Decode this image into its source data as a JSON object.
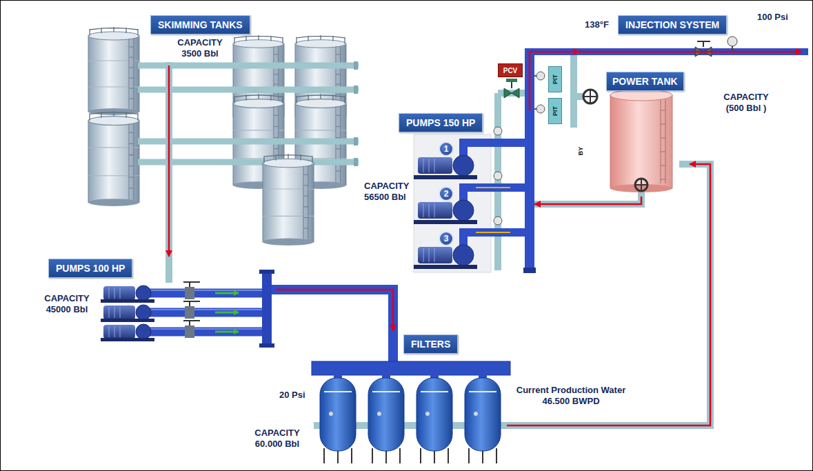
{
  "diagram": {
    "nodes": [
      {
        "text": [
          "SKIMMING TANKS",
          "CAPACITY 3500 Bbl"
        ]
      },
      {
        "text": [
          "138°F",
          "INJECTION SYSTEM",
          "100 Psi"
        ]
      },
      {
        "text": [
          "PCV"
        ]
      },
      {
        "text": [
          "PIT"
        ]
      },
      {
        "text": [
          "PIT"
        ]
      },
      {
        "text": [
          "POWER TANK"
        ]
      },
      {
        "text": [
          "PUMPS 150 HP",
          "CAPACITY 56500 Bbl"
        ]
      },
      {
        "text": [
          "1"
        ],
        "in": 6
      },
      {
        "text": [
          "2"
        ],
        "in": 6
      },
      {
        "text": [
          "3"
        ],
        "in": 6
      },
      {
        "text": [
          "PUMPS 100 HP",
          "CAPACITY 45000 Bbl"
        ]
      },
      {
        "text": [
          "FILTERS",
          "20 Psi",
          "CAPACITY 60.000 Bbl"
        ]
      }
    ],
    "edges": [
      {
        "from": 0,
        "to": 10,
        "arrow": "to"
      },
      {
        "from": 10,
        "to": 11,
        "arrow": "to"
      },
      {
        "from": 11,
        "to": 5,
        "arrow": "to"
      },
      {
        "from": 5,
        "to": 6,
        "arrow": "to"
      },
      {
        "from": 6,
        "to": 1,
        "arrow": "to"
      }
    ],
    "labels": [
      "CAPACITY (500 Bbl )",
      "BY",
      "Current Production Water 46.500 BWPD"
    ]
  }
}
